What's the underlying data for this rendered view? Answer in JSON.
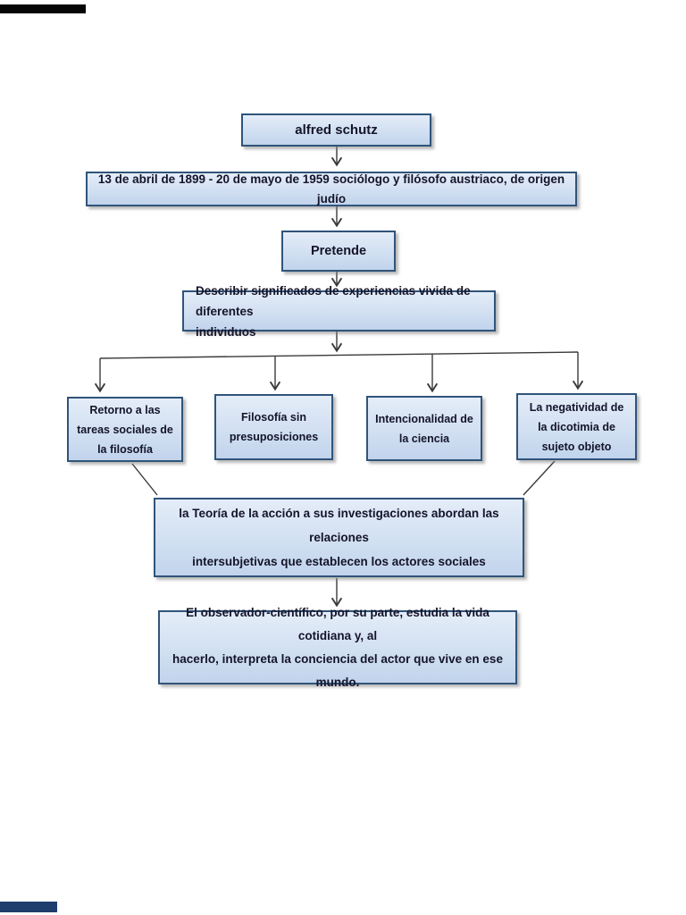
{
  "artifacts": {
    "top_bar_color": "#060606",
    "bottom_bar_color": "#1f3d6d"
  },
  "palette": {
    "box_fill_top": "#e4edf8",
    "box_fill_bottom": "#c1d4ec",
    "box_border": "#30547a",
    "text": "#14142a",
    "connector": "#3a3a3a",
    "page_background": "#ffffff"
  },
  "diagram": {
    "type": "flowchart",
    "nodes": {
      "title": {
        "lines": [
          "alfred schutz"
        ]
      },
      "bio": {
        "lines": [
          "13 de abril de 1899 - 20 de mayo de 1959 sociólogo y filósofo austriaco, de origen judío"
        ]
      },
      "pretende": {
        "lines": [
          "Pretende"
        ]
      },
      "describir": {
        "lines": [
          "Describir significados de experiencias vivida de diferentes",
          "individuos"
        ]
      },
      "retorno": {
        "lines": [
          "Retorno a las",
          "tareas sociales de",
          "la filosofía"
        ]
      },
      "filosofia": {
        "lines": [
          "Filosofía sin",
          "presuposiciones"
        ]
      },
      "intencionalidad": {
        "lines": [
          "Intencionalidad de",
          "la ciencia"
        ]
      },
      "negatividad": {
        "lines": [
          "La negatividad de",
          "la dicotimia de",
          "sujeto objeto"
        ]
      },
      "teoria": {
        "lines": [
          "la Teoría de la acción a sus investigaciones abordan las relaciones",
          "intersubjetivas que establecen los actores sociales"
        ]
      },
      "observador": {
        "lines": [
          "El observador-científico, por su parte, estudia la  vida cotidiana y, al",
          "hacerlo, interpreta la conciencia del actor que vive en ese mundo."
        ]
      }
    }
  }
}
